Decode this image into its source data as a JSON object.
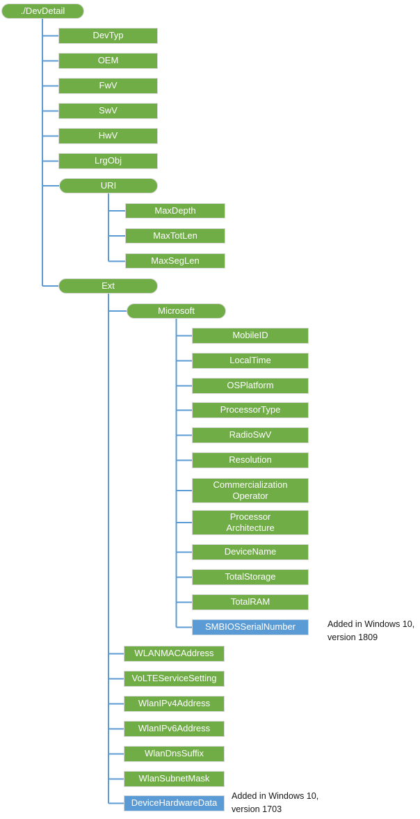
{
  "diagram": {
    "root": {
      "label": "./DevDetail",
      "shape": "pill"
    },
    "children": [
      {
        "label": "DevTyp"
      },
      {
        "label": "OEM"
      },
      {
        "label": "FwV"
      },
      {
        "label": "SwV"
      },
      {
        "label": "HwV"
      },
      {
        "label": "LrgObj"
      },
      {
        "label": "URI",
        "shape": "pill",
        "children": [
          {
            "label": "MaxDepth"
          },
          {
            "label": "MaxTotLen"
          },
          {
            "label": "MaxSegLen"
          }
        ]
      },
      {
        "label": "Ext",
        "shape": "pill",
        "children": [
          {
            "label": "Microsoft",
            "shape": "pill",
            "children": [
              {
                "label": "MobileID"
              },
              {
                "label": "LocalTime"
              },
              {
                "label": "OSPlatform"
              },
              {
                "label": "ProcessorType"
              },
              {
                "label": "RadioSwV"
              },
              {
                "label": "Resolution"
              },
              {
                "label": "Commercialization\nOperator"
              },
              {
                "label": "Processor\nArchitecture"
              },
              {
                "label": "DeviceName"
              },
              {
                "label": "TotalStorage"
              },
              {
                "label": "TotalRAM"
              },
              {
                "label": "SMBIOSSerialNumber",
                "highlight": "blue",
                "note": "Added in Windows 10,\nversion 1809"
              }
            ]
          },
          {
            "label": "WLANMACAddress"
          },
          {
            "label": "VoLTEServiceSetting"
          },
          {
            "label": "WlanIPv4Address"
          },
          {
            "label": "WlanIPv6Address"
          },
          {
            "label": "WlanDnsSuffix"
          },
          {
            "label": "WlanSubnetMask"
          },
          {
            "label": "DeviceHardwareData",
            "highlight": "blue",
            "note": "Added in Windows 10,\nversion 1703"
          }
        ]
      }
    ]
  },
  "colors": {
    "node_green": "#70AD47",
    "node_blue": "#5B9BD5",
    "connector_blue": "#5B9BD5",
    "node_text": "#ffffff",
    "annotation_text": "#161616"
  }
}
